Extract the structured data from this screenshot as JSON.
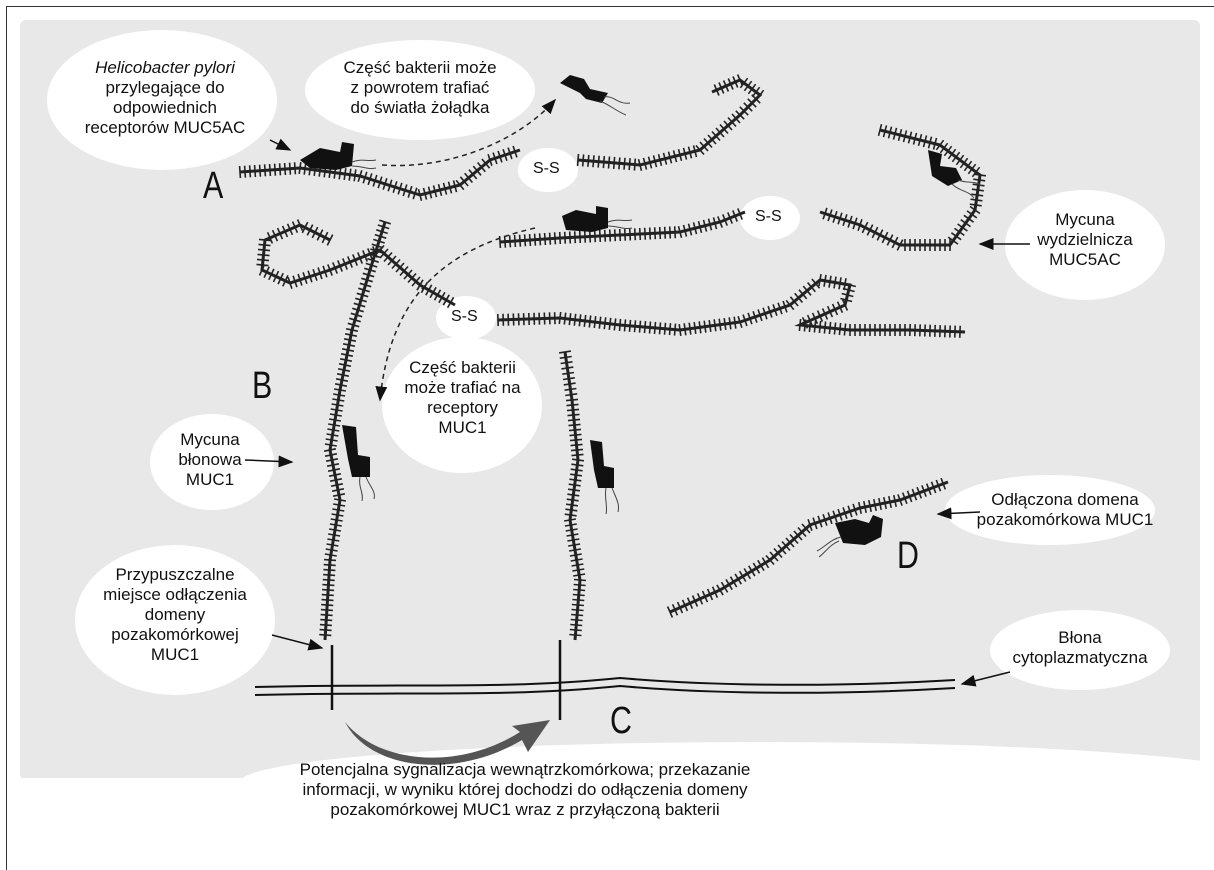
{
  "labels": {
    "a_title_italic": "Helicobacter pylori",
    "a_line2": "przylegające do",
    "a_line3": "odpowiednich",
    "a_line4": "receptorów MUC5AC",
    "return_line1": "Część bakterii może",
    "return_line2": "z powrotem trafiać",
    "return_line3": "do światła żołądka",
    "muc5ac_line1": "Mycuna",
    "muc5ac_line2": "wydzielnicza",
    "muc5ac_line3": "MUC5AC",
    "muc1_target_line1": "Część bakterii",
    "muc1_target_line2": "może trafiać na",
    "muc1_target_line3": "receptory",
    "muc1_target_line4": "MUC1",
    "membrane_muc1_line1": "Mycuna",
    "membrane_muc1_line2": "błonowa",
    "membrane_muc1_line3": "MUC1",
    "cleavage_line1": "Przypuszczalne",
    "cleavage_line2": "miejsce odłączenia",
    "cleavage_line3": "domeny",
    "cleavage_line4": "pozakomórkowej",
    "cleavage_line5": "MUC1",
    "detached_line1": "Odłączona domena",
    "detached_line2": "pozakomórkowa MUC1",
    "cytomembrane_line1": "Błona",
    "cytomembrane_line2": "cytoplazmatyczna",
    "signal_line1": "Potencjalna sygnalizacja wewnątrzkomórkowa; przekazanie",
    "signal_line2": "informacji, w wyniku której dochodzi do odłączenia domeny",
    "signal_line3": "pozakomórkowej MUC1 wraz z przyłączoną bakterii"
  },
  "letters": {
    "a": "A",
    "b": "B",
    "c": "C",
    "d": "D"
  },
  "bonds": {
    "ss1": "S-S",
    "ss2": "S-S",
    "ss3": "S-S"
  }
}
